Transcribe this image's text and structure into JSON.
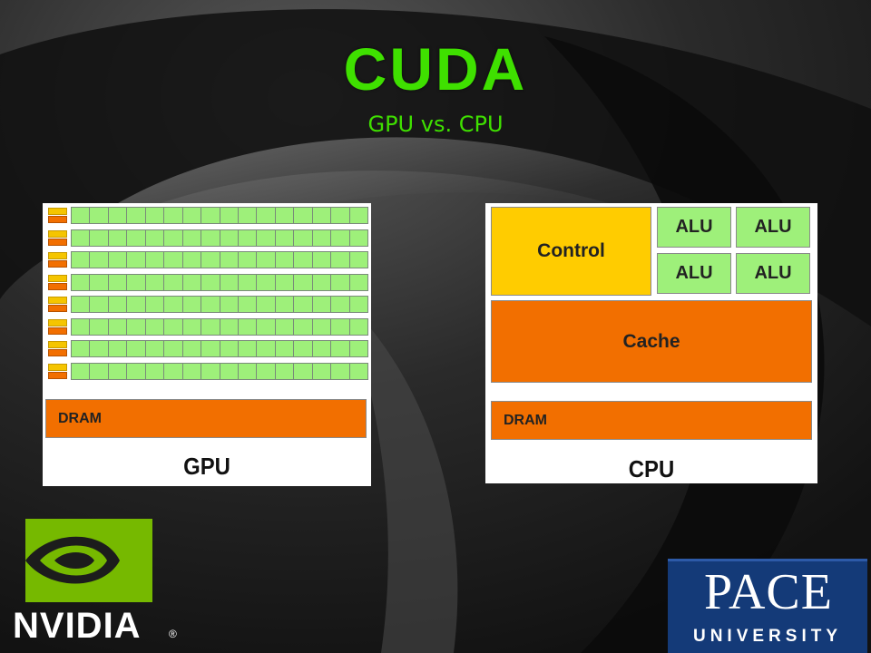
{
  "header": {
    "title": "CUDA",
    "subtitle": "GPU vs. CPU"
  },
  "gpu": {
    "dram_label": "DRAM",
    "label": "GPU",
    "rows": 8,
    "alus_per_row": 16
  },
  "cpu": {
    "control_label": "Control",
    "alu_labels": [
      "ALU",
      "ALU",
      "ALU",
      "ALU"
    ],
    "cache_label": "Cache",
    "dram_label": "DRAM",
    "label": "CPU"
  },
  "logos": {
    "nvidia": "NVIDIA",
    "nvidia_mark": "®",
    "pace": "PACE",
    "pace_sub": "UNIVERSITY"
  },
  "colors": {
    "title_green": "#3fe000",
    "alu_green": "#9ef07a",
    "control_yellow": "#ffcc00",
    "cache_orange": "#f26f00",
    "nvidia_green": "#76b900",
    "pace_blue": "#143a78"
  }
}
